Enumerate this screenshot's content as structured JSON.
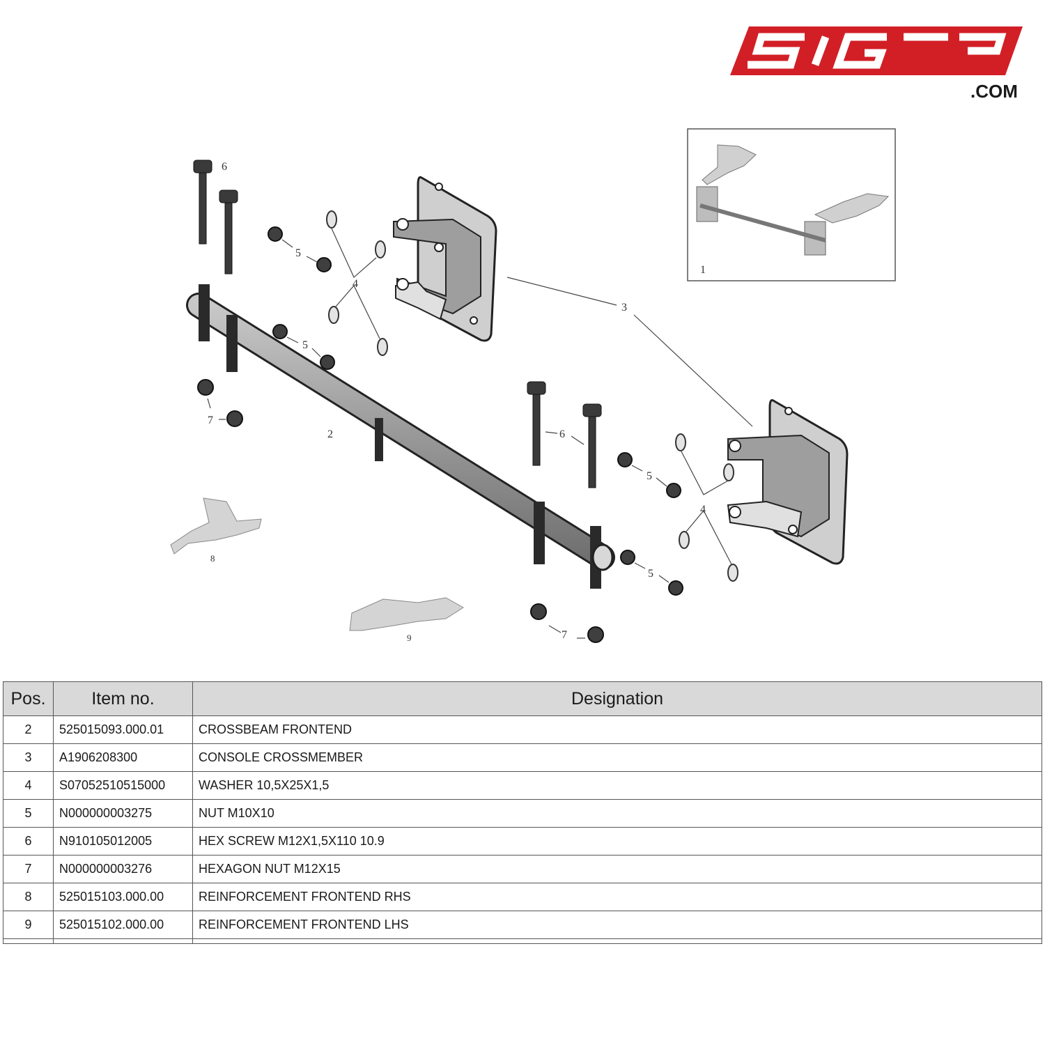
{
  "logo": {
    "text": "SIGT3",
    "suffix": ".COM",
    "color": "#d21f26"
  },
  "callouts": [
    "1",
    "2",
    "3",
    "4",
    "4",
    "5",
    "5",
    "5",
    "5",
    "6",
    "6",
    "7",
    "7",
    "8",
    "9"
  ],
  "table": {
    "headers": {
      "pos": "Pos.",
      "item": "Item no.",
      "designation": "Designation"
    },
    "rows": [
      {
        "pos": "2",
        "item": "525015093.000.01",
        "designation": "CROSSBEAM FRONTEND"
      },
      {
        "pos": "3",
        "item": "A1906208300",
        "designation": "CONSOLE CROSSMEMBER"
      },
      {
        "pos": "4",
        "item": "S07052510515000",
        "designation": "WASHER 10,5X25X1,5"
      },
      {
        "pos": "5",
        "item": "N000000003275",
        "designation": "NUT M10X10"
      },
      {
        "pos": "6",
        "item": "N910105012005",
        "designation": "HEX SCREW M12X1,5X110 10.9"
      },
      {
        "pos": "7",
        "item": "N000000003276",
        "designation": "HEXAGON NUT M12X15"
      },
      {
        "pos": "8",
        "item": "525015103.000.00",
        "designation": "REINFORCEMENT FRONTEND RHS"
      },
      {
        "pos": "9",
        "item": "525015102.000.00",
        "designation": "REINFORCEMENT FRONTEND LHS"
      }
    ]
  }
}
